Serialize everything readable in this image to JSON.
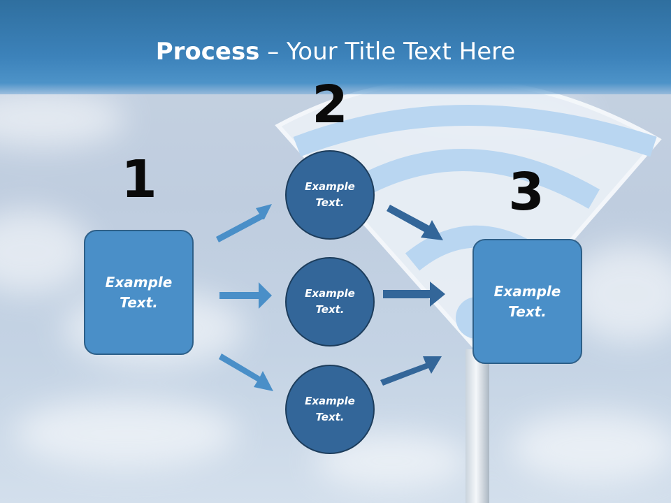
{
  "title": {
    "bold": "Process",
    "rest": " – Your Title Text Here"
  },
  "steps": [
    {
      "number": "1",
      "items": [
        {
          "line1": "Example",
          "line2": "Text."
        }
      ]
    },
    {
      "number": "2",
      "items": [
        {
          "line1": "Example",
          "line2": "Text."
        },
        {
          "line1": "Example",
          "line2": "Text."
        },
        {
          "line1": "Example",
          "line2": "Text."
        }
      ]
    },
    {
      "number": "3",
      "items": [
        {
          "line1": "Example",
          "line2": "Text."
        }
      ]
    }
  ],
  "colors": {
    "header": "#3c82ba",
    "box_fill": "#4a8fc8",
    "circle_fill": "#336699",
    "arrow_light": "#4a8fc8",
    "arrow_dark": "#336699"
  }
}
